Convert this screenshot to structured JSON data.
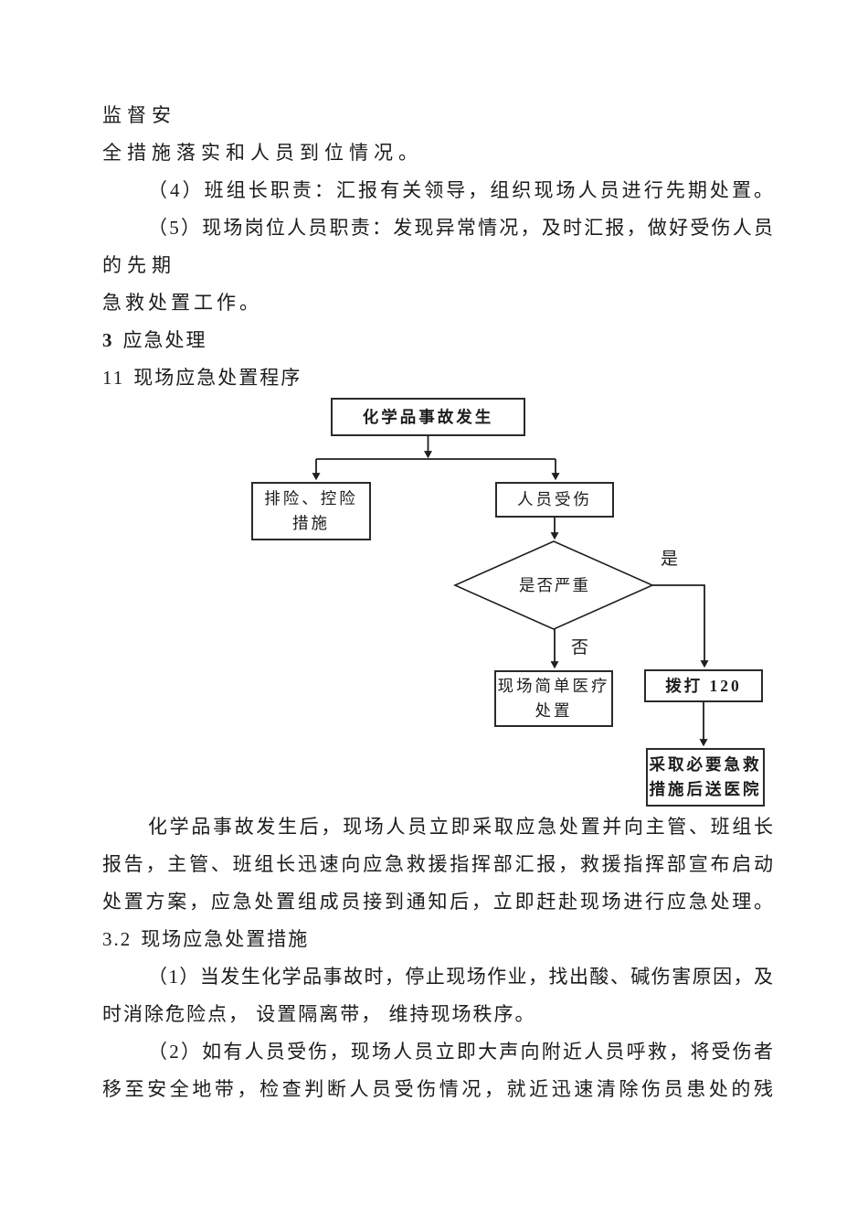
{
  "page": {
    "background": "#ffffff",
    "ink": "#1c1c1c",
    "line_color": "#1f1f1f"
  },
  "intro_lines": [
    {
      "text": "监督安"
    },
    {
      "text": "全措施落实和人员到位情况。"
    },
    {
      "text": "（4）班组长职责：汇报有关领导，组织现场人员进行先期处置。"
    },
    {
      "text": "（5）现场岗位人员职责：发现异常情况，及时汇报，做好受伤人员"
    },
    {
      "text": "的先期"
    },
    {
      "text": "急救处置工作。"
    },
    {
      "num": "3",
      "label": "应急处理"
    },
    {
      "num": "11",
      "label": "现场应急处置程序"
    }
  ],
  "flowchart": {
    "start_box": "化学品事故发生",
    "control_box": {
      "line1": "排险、控险",
      "line2": "措施"
    },
    "injury_box": "人员受伤",
    "decision_diamond": "是否严重",
    "yes_label": "是",
    "no_label": "否",
    "medical_box": {
      "line1": "现场简单医疗",
      "line2": "处置"
    },
    "call_box": "拨打 120",
    "hospital_box": {
      "line1": "采取必要急救",
      "line2": "措施后送医院"
    }
  },
  "body_lines": [
    {
      "text": "化学品事故发生后，现场人员立即采取应急处置并向主管、班组长"
    },
    {
      "text": "报告，主管、班组长迅速向应急救援指挥部汇报，救援指挥部宣布启动"
    },
    {
      "text": "处置方案，应急处置组成员接到通知后，立即赶赴现场进行应急处理。"
    },
    {
      "num": "3.2",
      "label": "现场应急处置措施"
    },
    {
      "text": "（1）当发生化学品事故时，停止现场作业，找出酸、碱伤害原因，及"
    },
    {
      "text": "时消除危险点， 设置隔离带， 维持现场秩序。"
    },
    {
      "text": "（2）如有人员受伤，现场人员立即大声向附近人员呼救，将受伤者"
    },
    {
      "text": "移至安全地带，检查判断人员受伤情况，就近迅速清除伤员患处的残"
    }
  ]
}
